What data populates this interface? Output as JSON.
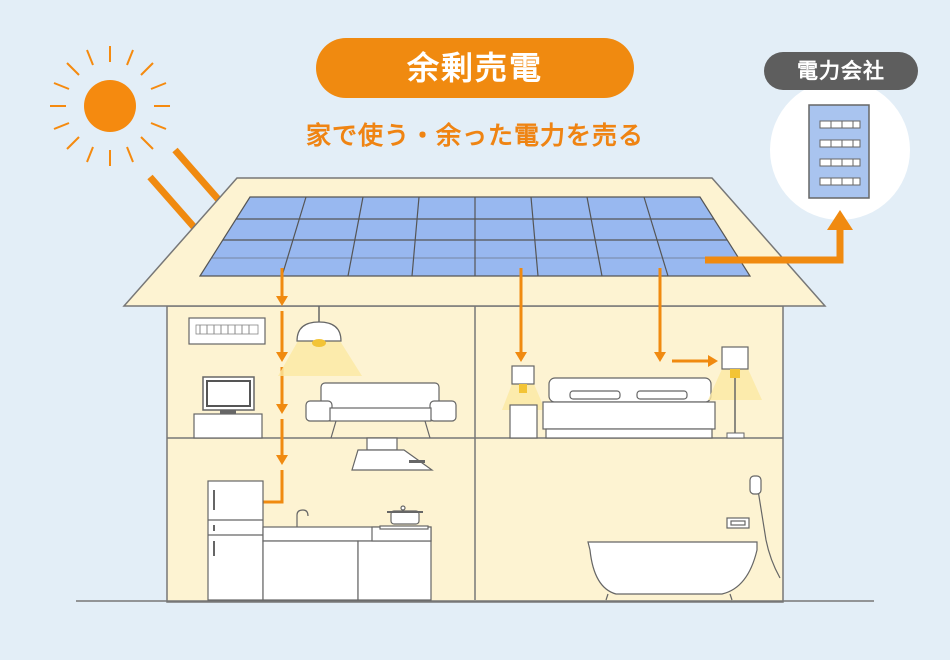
{
  "title": "余剰売電",
  "subtitle": "家で使う・余った電力を売る",
  "power_company_label": "電力会社",
  "colors": {
    "background": "#e3eef7",
    "accent_orange": "#f08a10",
    "house_fill": "#fdf3d2",
    "panel_blue": "#98b8f0",
    "sun": "#f58a0f",
    "outline": "#666666"
  },
  "icons": [
    "sun-icon",
    "solar-panel-icon",
    "air-conditioner-icon",
    "ceiling-lamp-icon",
    "tv-icon",
    "sofa-icon",
    "bed-icon",
    "floor-lamp-icon",
    "refrigerator-icon",
    "kitchen-icon",
    "bathtub-icon",
    "power-building-icon"
  ]
}
